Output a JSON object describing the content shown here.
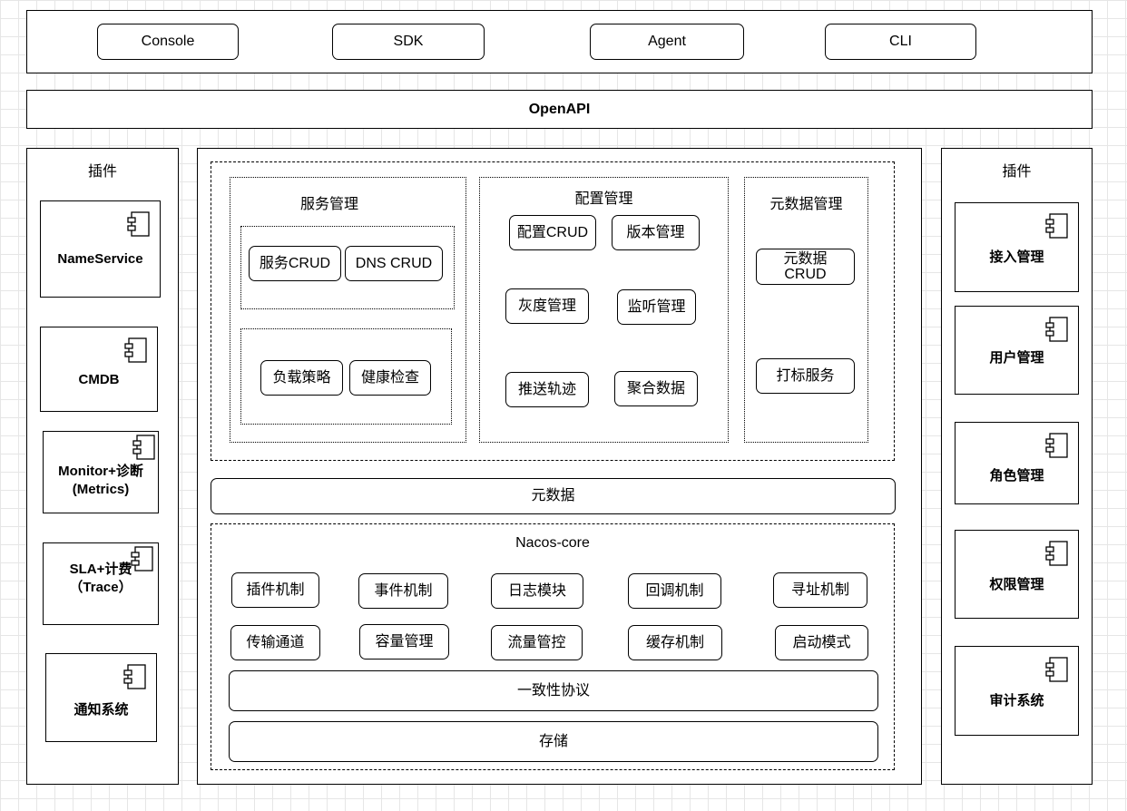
{
  "clients": {
    "console": "Console",
    "sdk": "SDK",
    "agent": "Agent",
    "cli": "CLI"
  },
  "openapi": "OpenAPI",
  "left_plugins": {
    "title": "插件",
    "items": [
      {
        "label": "NameService"
      },
      {
        "label": "CMDB"
      },
      {
        "label": "Monitor+诊断\n(Metrics)"
      },
      {
        "label": "SLA+计费\n（Trace）"
      },
      {
        "label": "通知系统"
      }
    ]
  },
  "right_plugins": {
    "title": "插件",
    "items": [
      {
        "label": "接入管理"
      },
      {
        "label": "用户管理"
      },
      {
        "label": "角色管理"
      },
      {
        "label": "权限管理"
      },
      {
        "label": "审计系统"
      }
    ]
  },
  "service_mgmt": {
    "title": "服务管理",
    "crud": "服务CRUD",
    "dns_crud": "DNS CRUD",
    "load_balance": "负载策略",
    "health_check": "健康检查"
  },
  "config_mgmt": {
    "title": "配置管理",
    "crud": "配置CRUD",
    "version": "版本管理",
    "gray": "灰度管理",
    "listen": "监听管理",
    "push_trace": "推送轨迹",
    "aggregate": "聚合数据"
  },
  "metadata_mgmt": {
    "title": "元数据管理",
    "crud": "元数据\nCRUD",
    "tagging": "打标服务"
  },
  "metadata_bar": "元数据",
  "nacos_core": {
    "title": "Nacos-core",
    "row1": [
      "插件机制",
      "事件机制",
      "日志模块",
      "回调机制",
      "寻址机制"
    ],
    "row2": [
      "传输通道",
      "容量管理",
      "流量管控",
      "缓存机制",
      "启动模式"
    ],
    "consistency": "一致性协议",
    "storage": "存储"
  }
}
